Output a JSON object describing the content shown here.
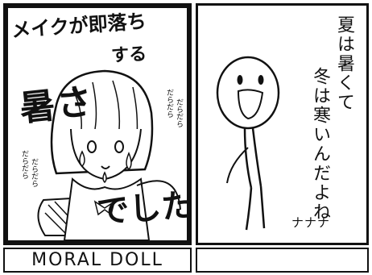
{
  "panels": {
    "left": {
      "title_line_1": "メイクが即落ち",
      "title_line_2": "する",
      "heat_word": "暑さ",
      "punchline": "でした",
      "sfx_1": "だらだら",
      "sfx_2": "だらだら",
      "sfx_3": "だらだら",
      "sfx_4": "だらだら"
    },
    "right": {
      "line_1": "夏は暑くて",
      "line_2": "冬は寒いんだよね",
      "laugh": "ナナナ"
    }
  },
  "captions": {
    "left": "MORAL DOLL",
    "right": ""
  },
  "colors": {
    "ink": "#111111",
    "paper": "#ffffff"
  }
}
